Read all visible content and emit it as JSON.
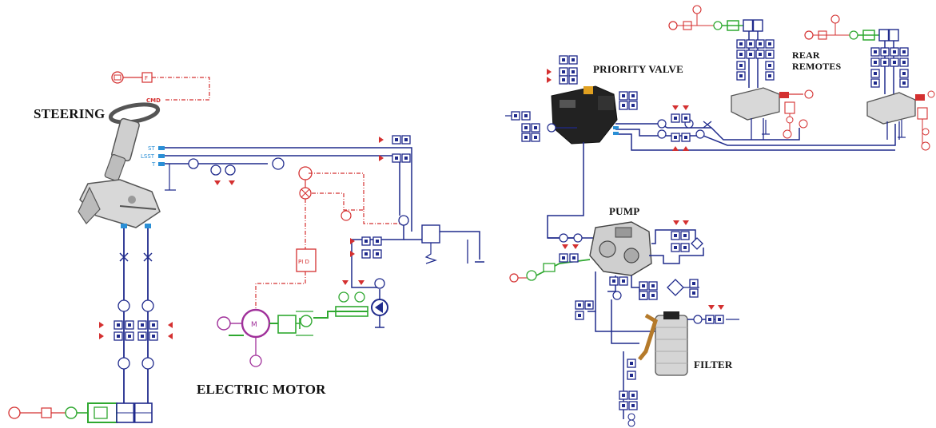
{
  "labels": {
    "steering": "STEERING",
    "electric_motor": "ELECTRIC MOTOR",
    "priority_valve": "PRIORITY VALVE",
    "rear_remotes_line1": "REAR",
    "rear_remotes_line2": "REMOTES",
    "pump": "PUMP",
    "filter": "FILTER"
  },
  "port_tags": {
    "st": "ST",
    "lsst": "LSST",
    "t": "T",
    "cmd": "CMD"
  },
  "colors": {
    "hydraulic": "#1f2a8c",
    "signal": "#d43030",
    "mechanical": "#2fa830",
    "electric": "#a0309a",
    "port": "#2a8fd6"
  }
}
